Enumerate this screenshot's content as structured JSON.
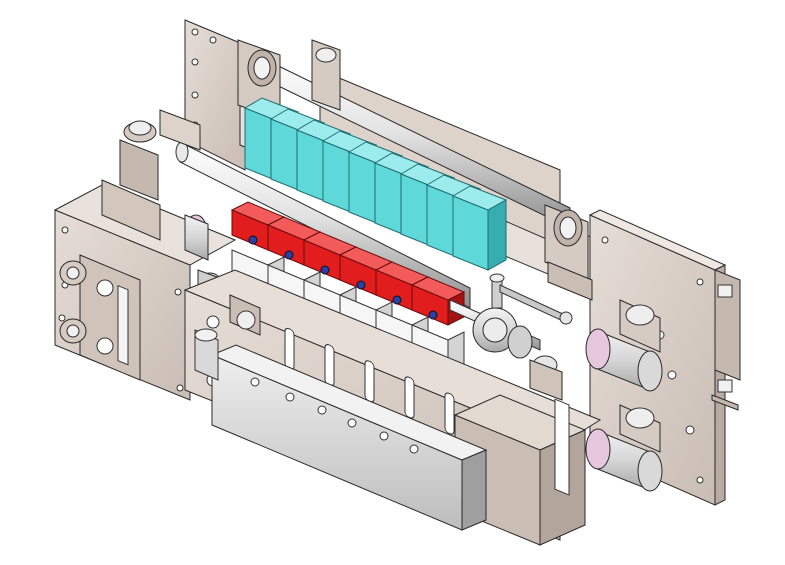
{
  "colors": {
    "background": "#ffffff",
    "frame": "#d9cec6",
    "frame_dark": "#b8aca3",
    "frame_shadow": "#9c918a",
    "outline": "#2a2a2a",
    "steel": "#dcdcdc",
    "steel_dark": "#a9a9a9",
    "cyan_block": "#5fd8da",
    "cyan_dark": "#36aeb1",
    "red_clamp": "#e21d1d",
    "red_dark": "#a51212",
    "white_block": "#f6f6f6",
    "blue_dot": "#2a3fa8",
    "bearing_pink": "#e7c7dd"
  },
  "parts": {
    "cyan_blocks": 9,
    "red_clamps": 6,
    "white_blocks": 7,
    "bearing_pillars": 4
  }
}
